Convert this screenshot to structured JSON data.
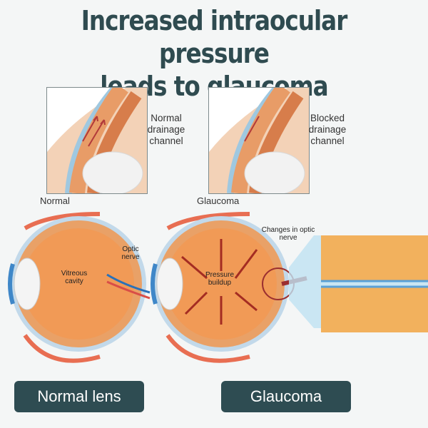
{
  "title": {
    "line1": "Increased intraocular pressure",
    "line2": "leads to glaucoma"
  },
  "panels": {
    "left_label": "Normal drainage channel",
    "right_label": "Blocked drainage channel"
  },
  "eyes": {
    "normal_label": "Normal",
    "glaucoma_label": "Glaucoma",
    "normal_cavity": "Vitreous cavity",
    "normal_nerve": "Optic nerve",
    "pressure": "Pressure buildup",
    "nerve_change": "Changes in optic nerve"
  },
  "buttons": {
    "normal": "Normal lens",
    "glaucoma": "Glaucoma"
  }
}
